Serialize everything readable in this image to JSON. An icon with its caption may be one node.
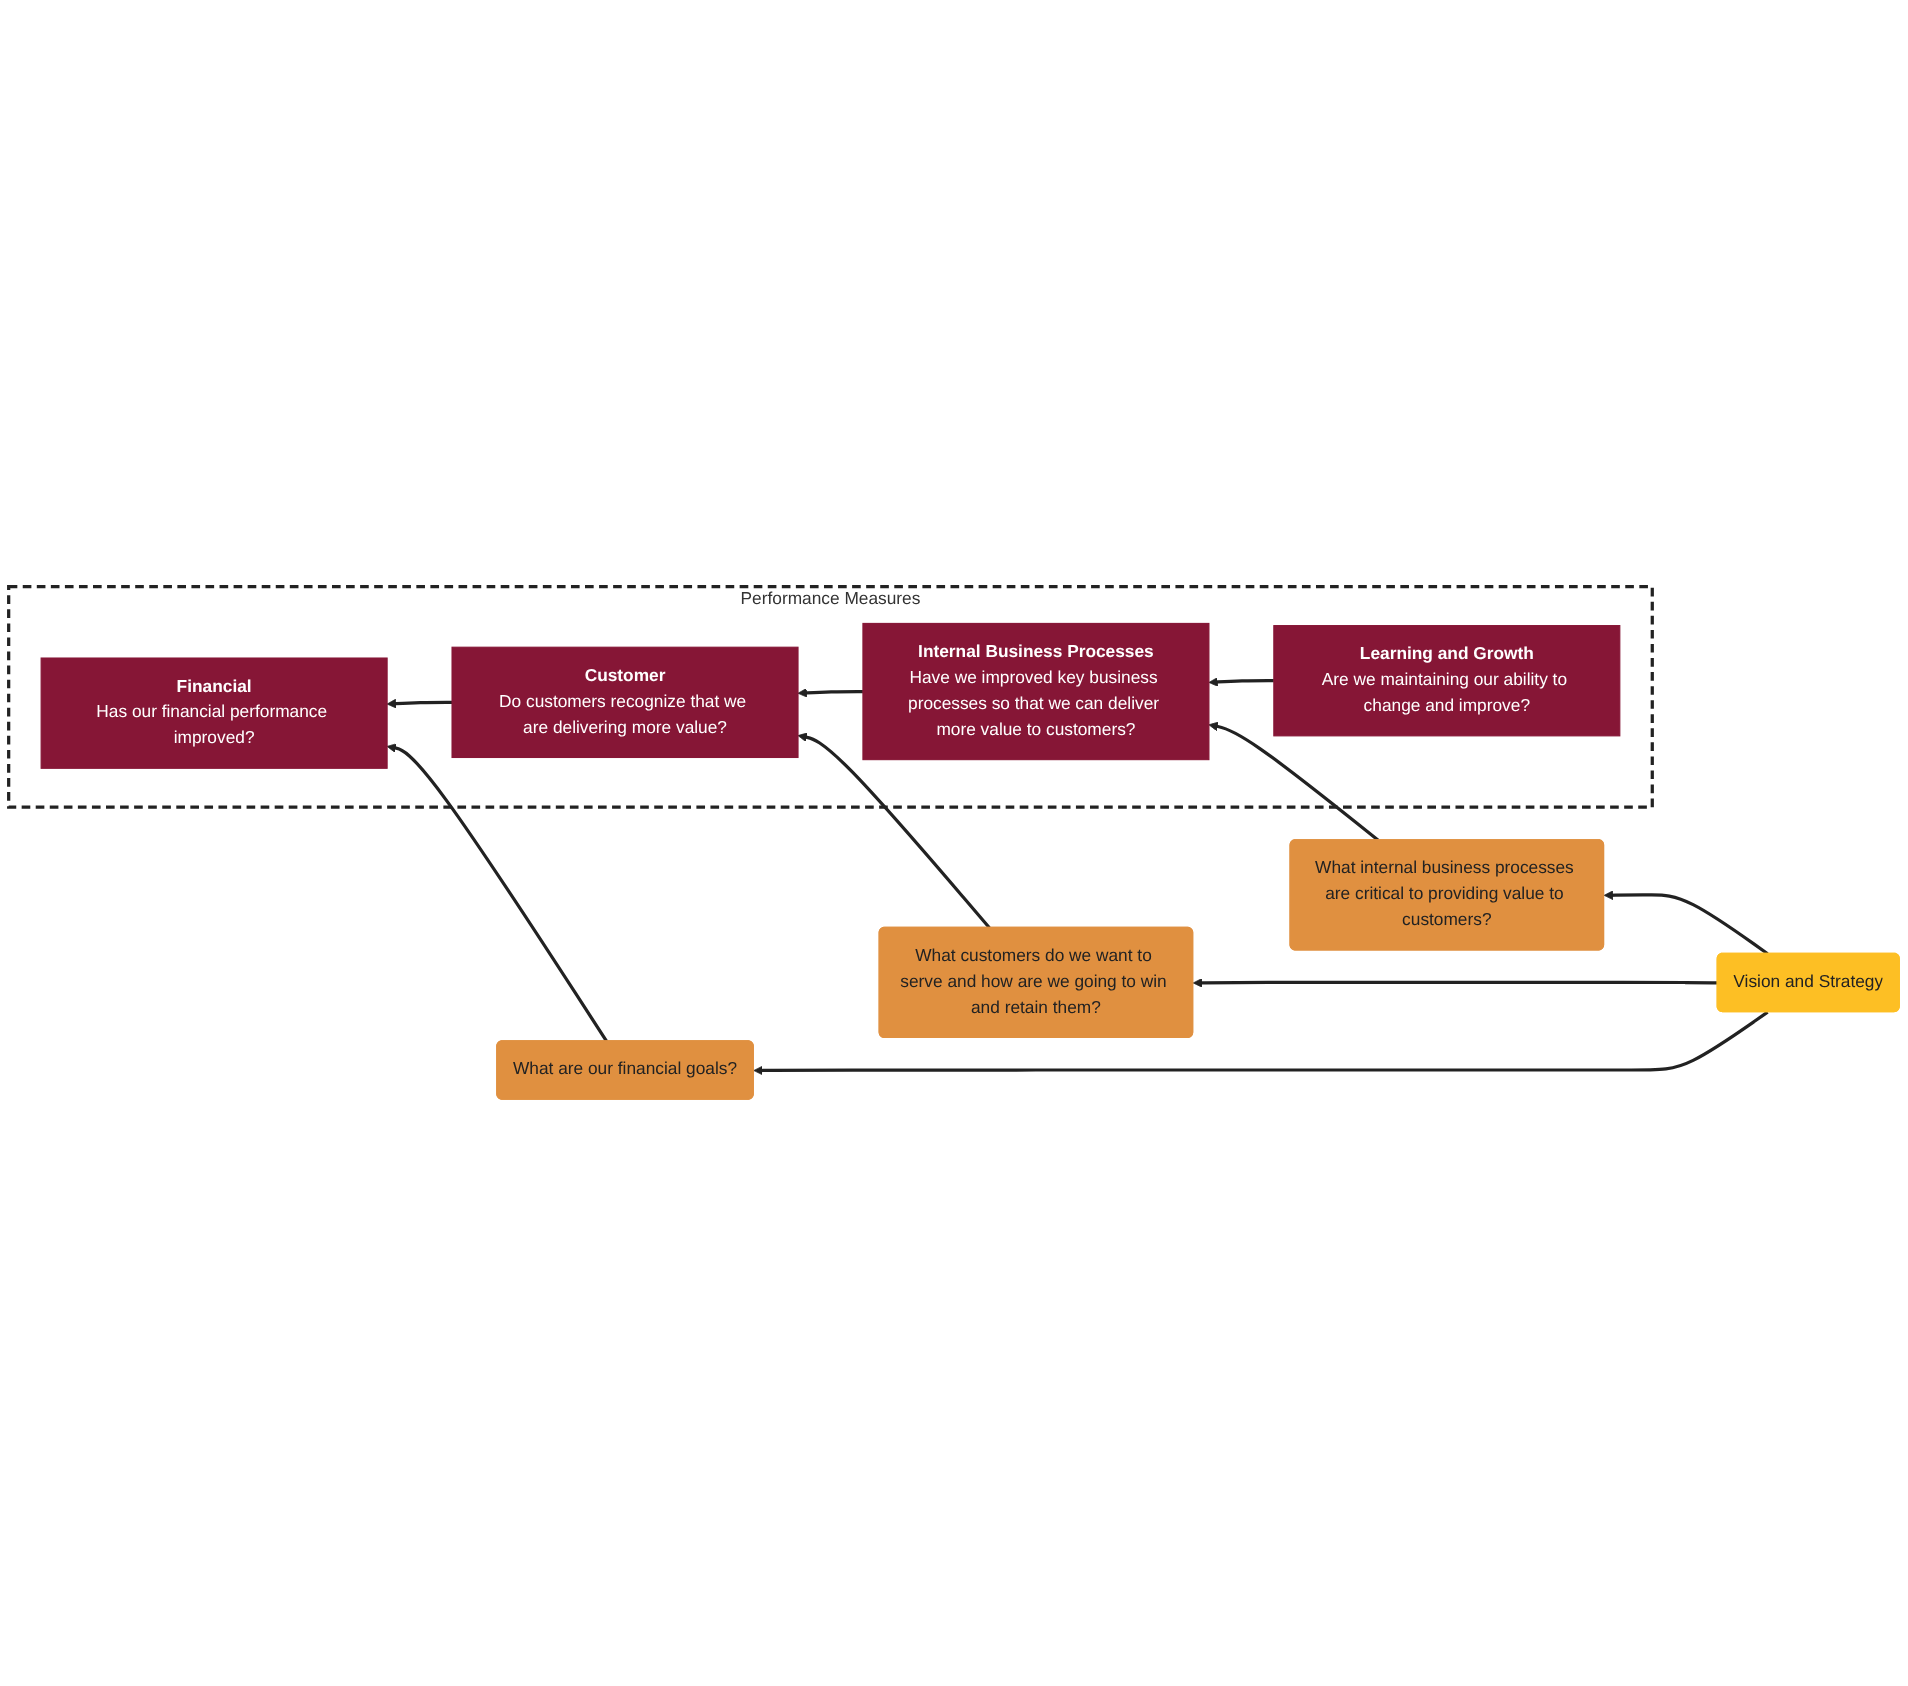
{
  "diagram": {
    "nodes": [
      {
        "text": [
          "Performance Measures"
        ]
      },
      {
        "text": [
          "Financial",
          "Has our financial performance improved?"
        ],
        "in": 0
      },
      {
        "text": [
          "Customer",
          "Do customers recognize that we are delivering more value?"
        ],
        "in": 0
      },
      {
        "text": [
          "Internal Business Processes",
          "Have we improved key business processes so that we can deliver more value to customers?"
        ],
        "in": 0
      },
      {
        "text": [
          "Learning and Growth",
          "Are we maintaining our ability to change and improve?"
        ],
        "in": 0
      },
      {
        "text": [
          "What are our financial goals?"
        ]
      },
      {
        "text": [
          "What customers do we want to serve and how are we going to win and retain them?"
        ]
      },
      {
        "text": [
          "What internal business processes are critical to providing value to customers?"
        ]
      },
      {
        "text": [
          "Vision and Strategy"
        ]
      }
    ],
    "edges": [
      {
        "from": 4,
        "to": 3,
        "arrow": "to"
      },
      {
        "from": 3,
        "to": 2,
        "arrow": "to"
      },
      {
        "from": 2,
        "to": 1,
        "arrow": "to"
      },
      {
        "from": 5,
        "to": 1,
        "arrow": "to"
      },
      {
        "from": 6,
        "to": 2,
        "arrow": "to"
      },
      {
        "from": 7,
        "to": 3,
        "arrow": "to"
      },
      {
        "from": 8,
        "to": 5,
        "arrow": "to"
      },
      {
        "from": 8,
        "to": 6,
        "arrow": "to"
      },
      {
        "from": 8,
        "to": 7,
        "arrow": "to"
      }
    ]
  }
}
